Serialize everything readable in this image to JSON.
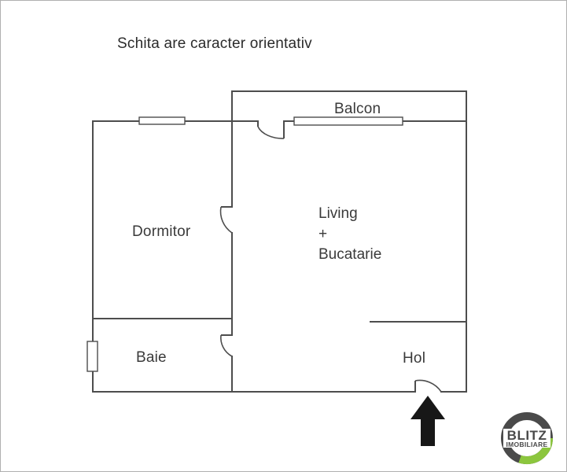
{
  "page": {
    "title_note": "Schita are caracter orientativ",
    "background_color": "#ffffff",
    "border_color": "#b0b0b0",
    "wall_color": "#4d4d4d",
    "text_color": "#3a3a3a"
  },
  "rooms": [
    {
      "key": "balcon",
      "label": "Balcon"
    },
    {
      "key": "dormitor",
      "label": "Dormitor"
    },
    {
      "key": "living",
      "label_line1": "Living",
      "label_line2": "+",
      "label_line3": "Bucatarie"
    },
    {
      "key": "baie",
      "label": "Baie"
    },
    {
      "key": "hol",
      "label": "Hol"
    }
  ],
  "living": {
    "line1": "Living",
    "line2": "+",
    "line3": "Bucatarie"
  },
  "features": {
    "entrance_arrow": "entrance-arrow",
    "balcony_window": "window",
    "bedroom_window": "window",
    "bathroom_window": "window",
    "bedroom_door": "door-swing",
    "bathroom_door": "door-swing",
    "balcony_door": "door-swing",
    "entrance_door": "door-swing"
  },
  "logo": {
    "name_top": "BLITZ",
    "name_bottom": "IMOBILIARE",
    "ring_color": "#4a4a4a",
    "accent_color": "#8cc63e",
    "text_color": "#4a4a4a"
  }
}
